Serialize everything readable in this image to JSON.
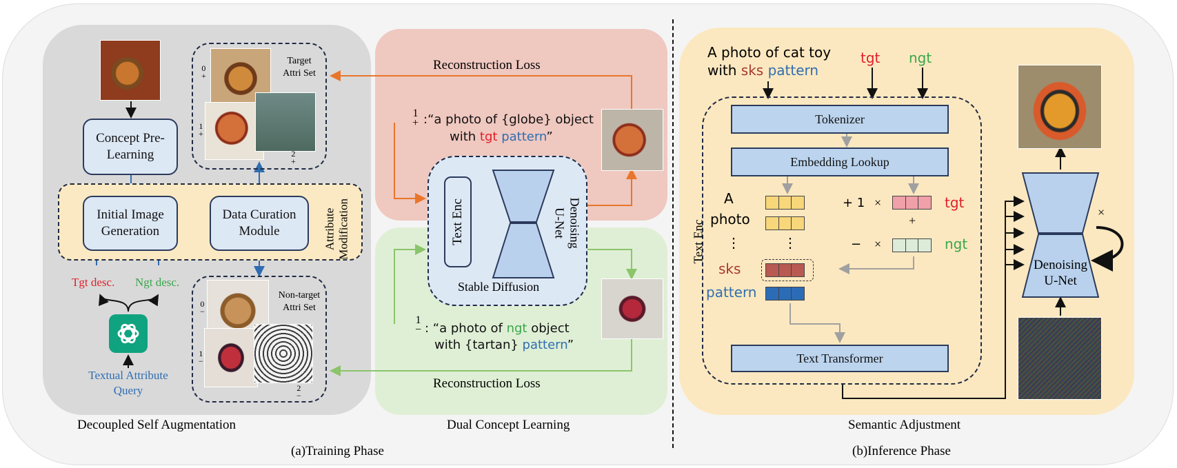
{
  "colors": {
    "red": "#e0202a",
    "green": "#3aa64a",
    "blue": "#2f6db0",
    "sks_brown": "#a53a2e",
    "orange_arrow": "#e8762a",
    "green_arrow": "#8bc46a",
    "navy": "#1f2a44"
  },
  "training": {
    "concept_prelearning": "Concept Pre-\nLearning",
    "initial_image_generation": "Initial Image\nGeneration",
    "data_curation_module": "Data Curation\nModule",
    "attribute_modification": "Attribute\nModification",
    "tgt_desc": "Tgt desc.",
    "ngt_desc": "Ngt desc.",
    "textual_attribute_query": "Textual Attribute\nQuery",
    "target_attri_set": "Target\nAttri Set",
    "non_target_attri_set": "Non-target\nAttri Set",
    "target_marks": [
      "0\n+",
      "1\n+",
      "2\n+"
    ],
    "nontarget_marks": [
      "0\n−",
      "1\n−",
      "2\n−"
    ],
    "decoupled_self_augmentation": "Decoupled Self Augmentation",
    "reconstruction_loss_top": "Reconstruction Loss",
    "reconstruction_loss_bottom": "Reconstruction Loss",
    "prompt_pos": {
      "mark": "1\n+",
      "part1": ":“a photo of {globe} object",
      "part2": "with ",
      "tgt": "tgt",
      "pattern": " pattern",
      "end": "”"
    },
    "prompt_neg": {
      "mark": "1\n−",
      "part1": ": “a photo of ",
      "ngt": "ngt",
      "part1b": " object",
      "part2": "with {tartan} ",
      "pattern": "pattern",
      "end": "”"
    },
    "text_enc": "Text Enc",
    "denoising_unet": "Denoising\nU-Net",
    "stable_diffusion": "Stable Diffusion",
    "dual_concept_learning": "Dual Concept Learning",
    "phase_label": "(a)Training Phase"
  },
  "inference": {
    "prompt_line1": "A photo of cat toy",
    "prompt_line2_a": "with ",
    "prompt_sks": "sks",
    "prompt_pattern": " pattern",
    "tgt": "tgt",
    "ngt": "ngt",
    "tokenizer": "Tokenizer",
    "embedding_lookup": "Embedding Lookup",
    "text_enc": "Text Enc",
    "token_a": "A",
    "token_photo": "photo",
    "token_dots": "⋮",
    "token_sks": "sks",
    "token_pattern": "pattern",
    "plus_one": "+ 1",
    "times": "×",
    "plus": "+",
    "minus": "−",
    "text_transformer": "Text Transformer",
    "denoising_unet": "Denoising\nU-Net",
    "loop_times": "×",
    "semantic_adjustment": "Semantic Adjustment",
    "phase_label": "(b)Inference Phase"
  }
}
